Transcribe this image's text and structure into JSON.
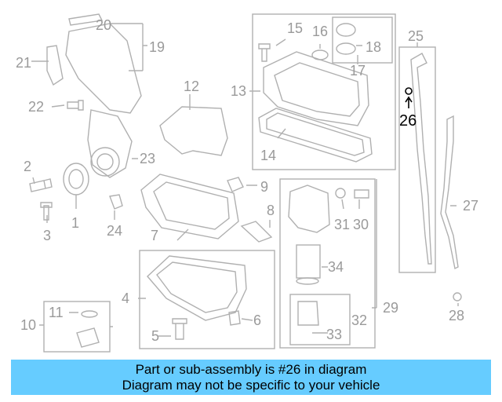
{
  "diagram": {
    "labels": {
      "c1": "1",
      "c2": "2",
      "c3": "3",
      "c4": "4",
      "c5": "5",
      "c6": "6",
      "c7": "7",
      "c8": "8",
      "c9": "9",
      "c10": "10",
      "c11": "11",
      "c12": "12",
      "c13": "13",
      "c14": "14",
      "c15": "15",
      "c16": "16",
      "c17": "17",
      "c18": "18",
      "c19": "19",
      "c20": "20",
      "c21": "21",
      "c22": "22",
      "c23": "23",
      "c24": "24",
      "c25": "25",
      "c26": "26",
      "c27": "27",
      "c28": "28",
      "c29": "29",
      "c30": "30",
      "c31": "31",
      "c32": "32",
      "c33": "33",
      "c34": "34"
    },
    "highlighted_part": "26",
    "colors": {
      "line": "#b0b0b0",
      "text": "#9a9a9a",
      "highlight": "#000000"
    }
  },
  "caption": {
    "line1": "Part or sub-assembly is #26 in diagram",
    "line2": "Diagram may not be specific to your vehicle",
    "background": "#66ccff"
  }
}
